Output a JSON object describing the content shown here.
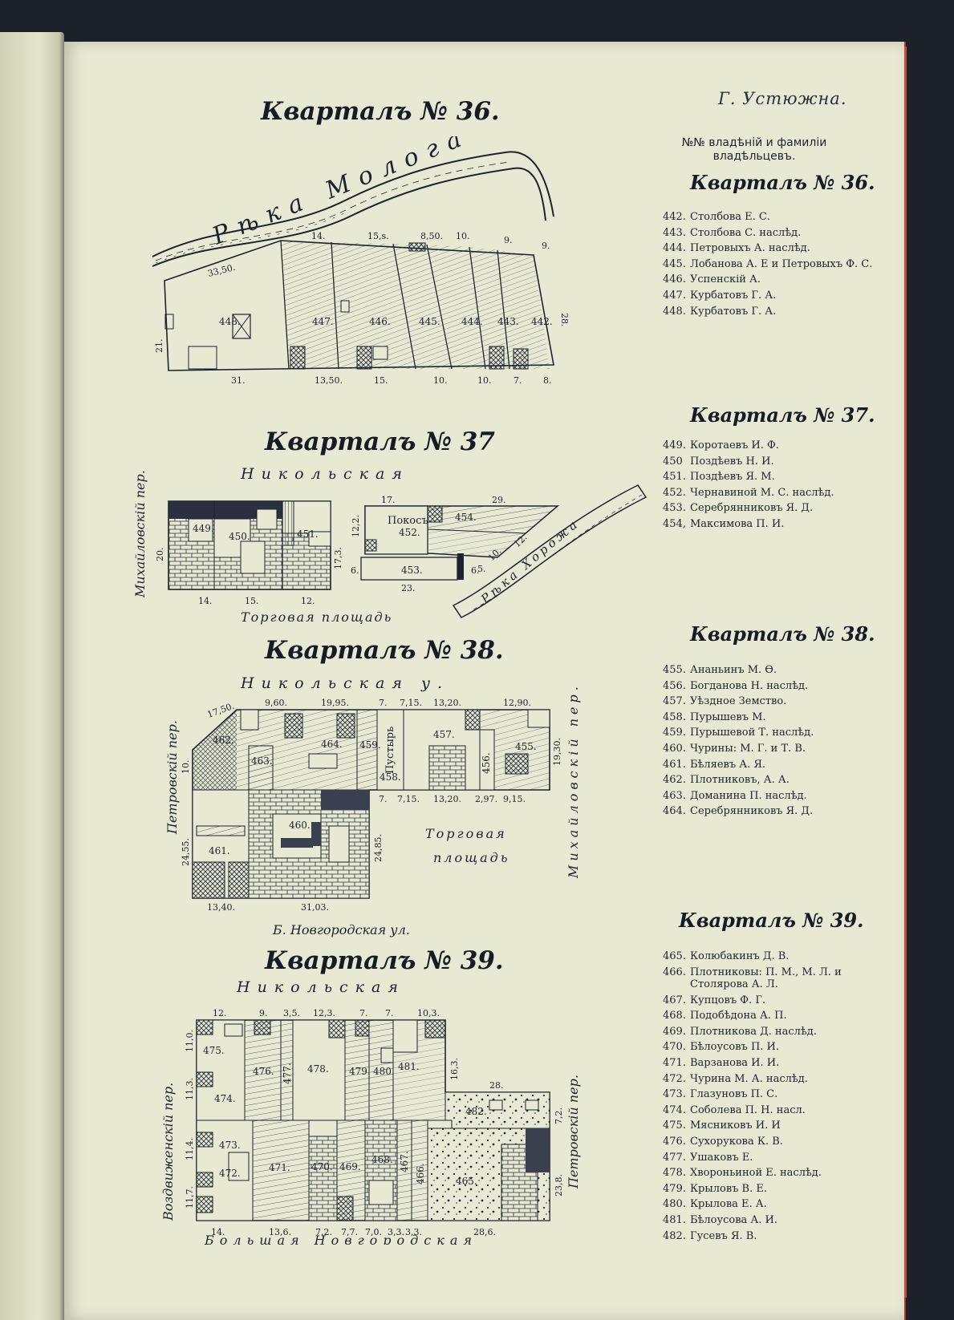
{
  "running_head": "Г. Устюжна.",
  "list_header": [
    "№№ владѣній и фамиліи",
    "владѣльцевъ."
  ],
  "map_titles": {
    "q36": "Кварталъ № 36.",
    "q37": "Кварталъ № 37",
    "q38": "Кварталъ № 38.",
    "q39": "Кварталъ № 39."
  },
  "map_labels": {
    "river_mologa": "Рѣка Молога",
    "river_kharozh": "Рѣка Хорожа",
    "nikolskaya": "Никольская",
    "nikolskaya_ul": "Никольская у.",
    "torgovaya": "Торговая площадь",
    "torgovaya_1": "Торговая",
    "torgovaya_2": "площадь",
    "mikhailovsky": "Михайловскій пер.",
    "mikhailovsky_spaced": "Михайловскій пер.",
    "petrovsky": "Петровскій пер.",
    "vozdvizhensky": "Воздвиженскій пер.",
    "b_novgorodskaya": "Б. Новгородская ул.",
    "bolshaya_novgorodskaya": "Большая Новгородская",
    "pokos": "Покосъ",
    "pustyr": "Пустырь"
  },
  "quarters": [
    {
      "title": "Кварталъ № 36.",
      "owners": [
        {
          "no": "442.",
          "name": "Столбова Е. С."
        },
        {
          "no": "443.",
          "name": "Столбова С. наслѣд."
        },
        {
          "no": "444.",
          "name": "Петровыхъ А. наслѣд."
        },
        {
          "no": "445.",
          "name": "Лобанова А. Е и Петровыхъ Ф. С."
        },
        {
          "no": "446.",
          "name": "Успенскій А."
        },
        {
          "no": "447.",
          "name": "Курбатовъ Г. А."
        },
        {
          "no": "448.",
          "name": "Курбатовъ Г. А."
        }
      ]
    },
    {
      "title": "Кварталъ № 37.",
      "owners": [
        {
          "no": "449.",
          "name": "Коротаевъ И. Ф."
        },
        {
          "no": "450",
          "name": "Поздѣевъ Н. И."
        },
        {
          "no": "451.",
          "name": "Поздѣевъ Я. М."
        },
        {
          "no": "452.",
          "name": "Чернавиной М. С. наслѣд."
        },
        {
          "no": "453.",
          "name": "Серебрянниковъ Я. Д."
        },
        {
          "no": "454,",
          "name": "Максимова П. И."
        }
      ]
    },
    {
      "title": "Кварталъ № 38.",
      "owners": [
        {
          "no": "455.",
          "name": "Ананьинъ М. Ѳ."
        },
        {
          "no": "456.",
          "name": "Богданова Н. наслѣд."
        },
        {
          "no": "457.",
          "name": "Уѣздное Земство."
        },
        {
          "no": "458.",
          "name": "Пурышевъ М."
        },
        {
          "no": "459.",
          "name": "Пурышевой Т. наслѣд."
        },
        {
          "no": "460.",
          "name": "Чурины: М. Г. и Т. В."
        },
        {
          "no": "461.",
          "name": "Бѣляевъ А. Я."
        },
        {
          "no": "462.",
          "name": "Плотниковъ, А. А."
        },
        {
          "no": "463.",
          "name": "Доманина П. наслѣд."
        },
        {
          "no": "464.",
          "name": "Серебрянниковъ Я. Д."
        }
      ]
    },
    {
      "title": "Кварталъ № 39.",
      "owners": [
        {
          "no": "465.",
          "name": "Колюбакинъ Д. В."
        },
        {
          "no": "466.",
          "name": "Плотниковы: П. М., М. Л. и Столярова А. Л."
        },
        {
          "no": "467.",
          "name": "Купцовъ Ф. Г."
        },
        {
          "no": "468.",
          "name": "Подобѣдона А. П."
        },
        {
          "no": "469.",
          "name": "Плотникова Д. наслѣд."
        },
        {
          "no": "470.",
          "name": "Бѣлоусовъ П. И."
        },
        {
          "no": "471.",
          "name": "Варзанова И. И."
        },
        {
          "no": "472.",
          "name": "Чурина М. А. наслѣд."
        },
        {
          "no": "473.",
          "name": "Глазуновъ П. С."
        },
        {
          "no": "474.",
          "name": "Соболева П. Н. насл."
        },
        {
          "no": "475.",
          "name": "Мясниковъ И. И"
        },
        {
          "no": "476.",
          "name": "Сухорукова К. В."
        },
        {
          "no": "477.",
          "name": "Ушаковъ Е."
        },
        {
          "no": "478.",
          "name": "Хвороньиной Е. наслѣд."
        },
        {
          "no": "479.",
          "name": "Крыловъ В. Е."
        },
        {
          "no": "480.",
          "name": "Крылова Е. А."
        },
        {
          "no": "481.",
          "name": "Бѣлоусова А. И."
        },
        {
          "no": "482.",
          "name": "Гусевъ Я. В."
        }
      ]
    }
  ],
  "colors": {
    "paper": "#e8e9d2",
    "ink": "#1d2230",
    "edge": "#c44a3e"
  }
}
